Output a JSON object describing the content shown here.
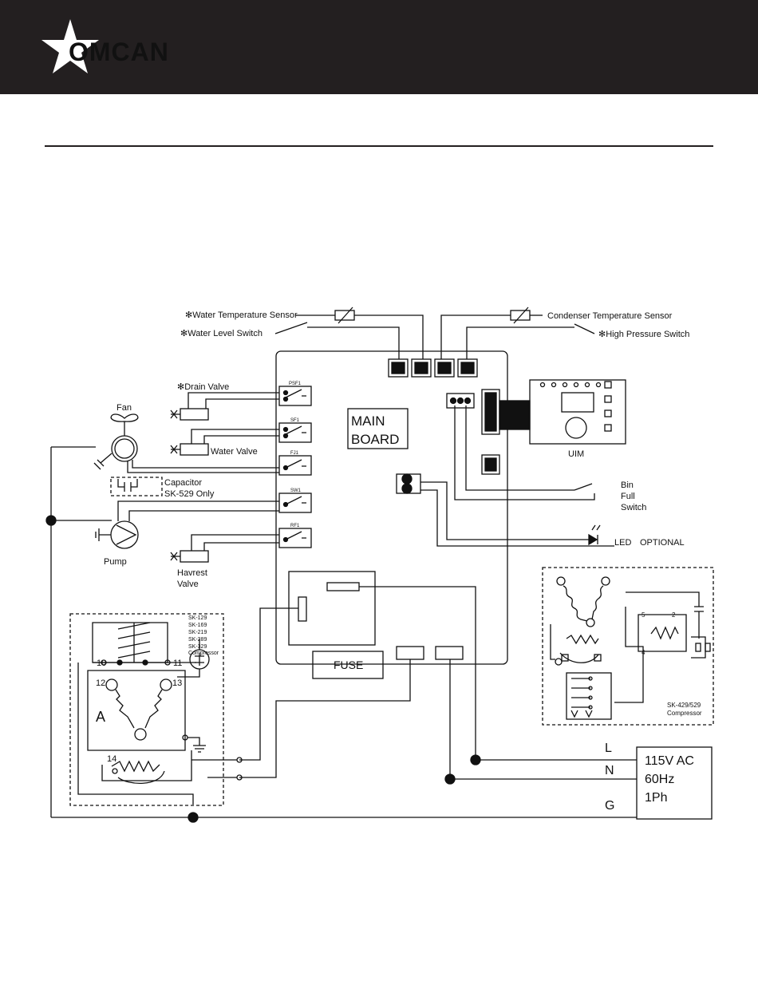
{
  "header": {
    "brand": "OMCAN",
    "bg_color": "#231f20"
  },
  "diagram": {
    "labels": {
      "water_temp_sensor": "✻Water Temperature Sensor",
      "water_level_switch": "✻Water Level Switch",
      "condenser_temp_sensor": "Condenser Temperature Sensor",
      "high_pressure_switch": "✻High Pressure Switch",
      "drain_valve": "✻Drain Valve",
      "fan": "Fan",
      "water_valve": "Water Valve",
      "capacitor_line1": "Capacitor",
      "capacitor_line2": "SK-529 Only",
      "pump": "Pump",
      "harvest_line1": "Havrest",
      "harvest_line2": "Valve",
      "main_board_line1": "MAIN",
      "main_board_line2": "BOARD",
      "uim": "UIM",
      "bin_line1": "Bin",
      "bin_line2": "Full",
      "bin_line3": "Switch",
      "led": "LED",
      "optional": "OPTIONAL",
      "fuse": "FUSE",
      "relay_psf": "PSF1",
      "relay_sf": "SF1",
      "relay_fj": "FJ1",
      "relay_sw": "SW1",
      "relay_rf": "RF1",
      "models": [
        "SK-129",
        "SK-169",
        "SK-219",
        "SK-289",
        "SK-329",
        "Compressor"
      ],
      "terminal_10": "10",
      "terminal_11": "11",
      "terminal_12": "12",
      "terminal_13": "13",
      "terminal_14": "14",
      "compressor_a": "A",
      "sk429_line1": "SK-429/529",
      "sk429_line2": "Compressor",
      "term_5": "5",
      "term_2": "2",
      "term_4": "4",
      "line_l": "L",
      "line_n": "N",
      "line_g": "G",
      "power_line1": "115V AC",
      "power_line2": "60Hz",
      "power_line3": "1Ph"
    }
  }
}
